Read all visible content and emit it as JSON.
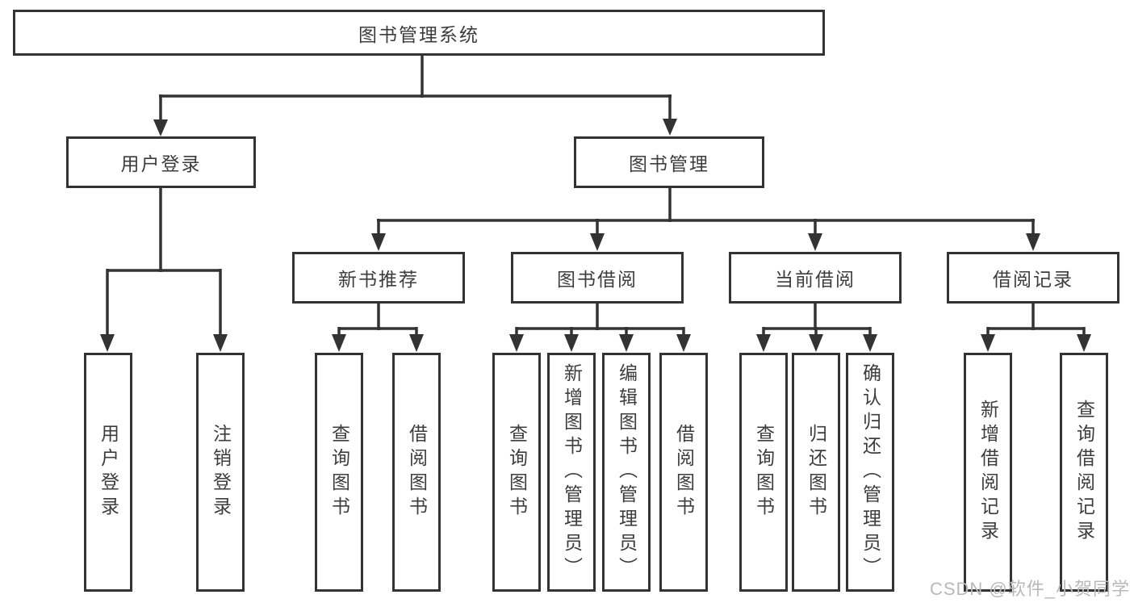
{
  "tree": {
    "root": {
      "label": "图书管理系统"
    },
    "branches": [
      {
        "label": "用户登录",
        "leaves": [
          "用户登录",
          "注销登录"
        ]
      },
      {
        "label": "图书管理",
        "groups": [
          {
            "label": "新书推荐",
            "leaves": [
              "查询图书",
              "借阅图书"
            ]
          },
          {
            "label": "图书借阅",
            "leaves": [
              "查询图书",
              "新增图书（管理员）",
              "编辑图书（管理员）",
              "借阅图书"
            ]
          },
          {
            "label": "当前借阅",
            "leaves": [
              "查询图书",
              "归还图书",
              "确认归还（管理员）"
            ]
          },
          {
            "label": "借阅记录",
            "leaves": [
              "新增借阅记录",
              "查询借阅记录"
            ]
          }
        ]
      }
    ]
  },
  "watermark": {
    "text": "CSDN @软件_小贺同学"
  },
  "colors": {
    "line": "#333333",
    "text": "#3d3d3d",
    "background": "#ffffff",
    "watermark": "#b9b9b9"
  }
}
